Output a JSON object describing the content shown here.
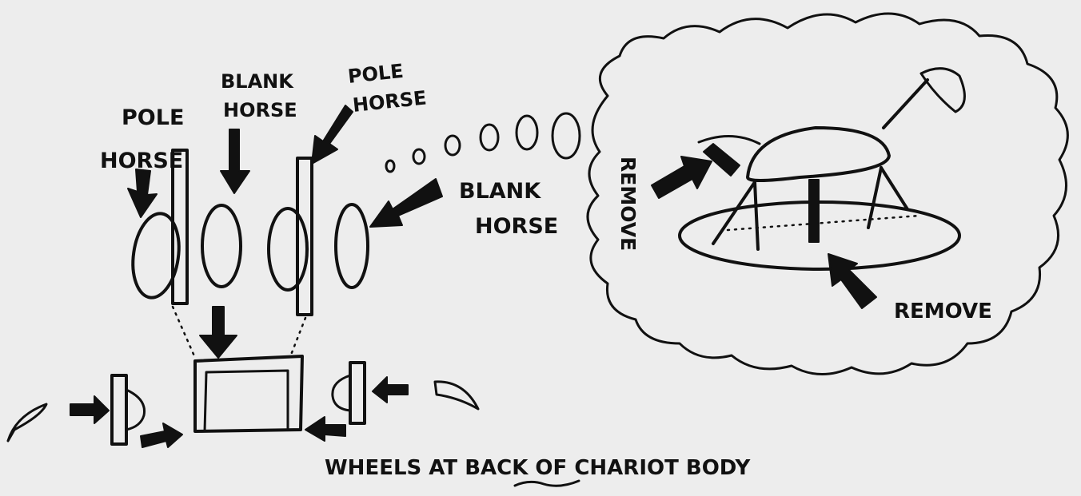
{
  "labels": {
    "pole_horse_left_line1": "POLE",
    "pole_horse_left_line2": "HORSE",
    "blank_horse_top_line1": "BLANK",
    "blank_horse_top_line2": "HORSE",
    "pole_horse_right_line1": "POLE",
    "pole_horse_right_line2": "HORSE",
    "blank_horse_right_line1": "BLANK",
    "blank_horse_right_line2": "HORSE",
    "remove_vertical": "REMOVE",
    "remove_bottom": "REMOVE",
    "caption_part1": "WHEELS AT ",
    "caption_emphasis": "BACK",
    "caption_part2": " OF CHARIOT BODY"
  },
  "colors": {
    "paper": "#ededed",
    "ink": "#111111"
  }
}
